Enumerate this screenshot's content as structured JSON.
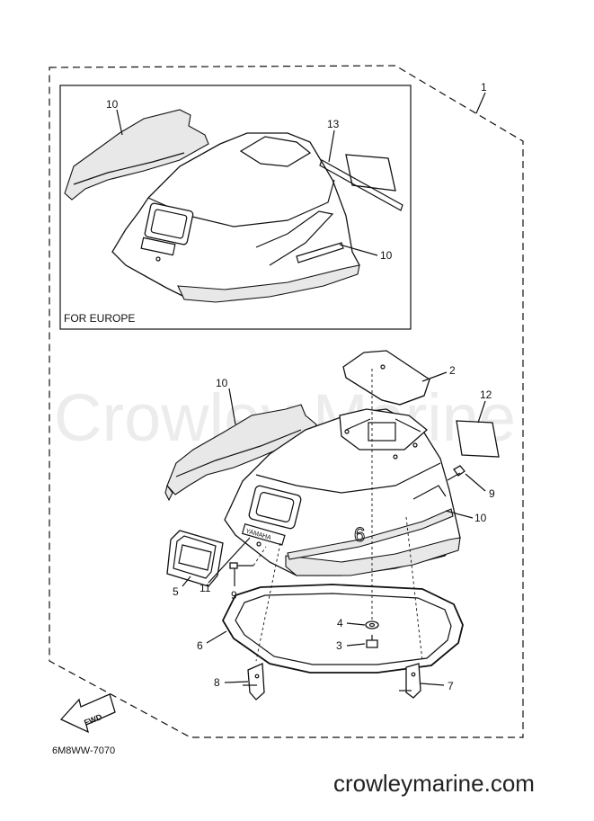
{
  "watermark": "Crowley Marine",
  "website": "crowleymarine.com",
  "drawing_code": "6M8WW-7070",
  "inset_caption": "FOR EUROPE",
  "fwd_text": "FWD",
  "decal_brand": "YAMAHA",
  "decal_model": "6",
  "callouts": {
    "c1": "1",
    "c2": "2",
    "c3": "3",
    "c4": "4",
    "c5": "5",
    "c6": "6",
    "c7": "7",
    "c8": "8",
    "c9a": "9",
    "c9b": "9",
    "c10_inset_top": "10",
    "c10_inset_side": "10",
    "c10_main_top": "10",
    "c10_main_side": "10",
    "c11": "11",
    "c12": "12",
    "c13": "13"
  }
}
